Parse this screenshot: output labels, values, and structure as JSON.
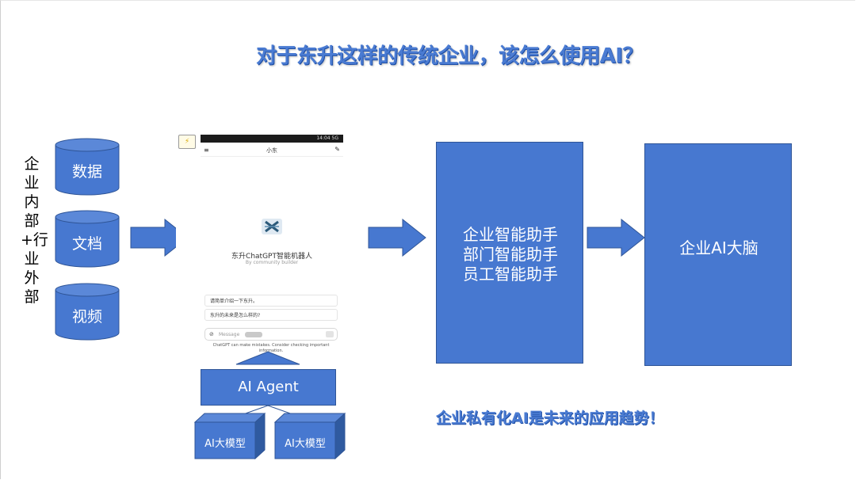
{
  "slide": {
    "title": "对于东升这样的传统企业，该怎么使用AI？",
    "source_label": "企业内部+行业外部",
    "sources": [
      "数据",
      "文档",
      "视频"
    ],
    "phone": {
      "badge_icon": "lightning-icon",
      "status_time": "14:04",
      "status_right": "5G",
      "bot_short_name": "小东",
      "bot_title": "东升ChatGPT智能机器人",
      "bot_byline": "By community builder",
      "suggestions": [
        "请简单介绍一下东升。",
        "东升的未来是怎么样的?"
      ],
      "message_placeholder": "Message",
      "disclaimer": "ChatGPT can make mistakes. Consider checking important information."
    },
    "agent_label": "AI Agent",
    "models": [
      "AI大模型",
      "AI大模型"
    ],
    "assistants": [
      "企业智能助手",
      "部门智能助手",
      "员工智能助手"
    ],
    "brain_label": "企业AI大脑",
    "bottom_note": "企业私有化AI是未来的应用趋势！",
    "colors": {
      "box_blue": "#4778d0",
      "title_blue": "#4a7bd2",
      "border_blue": "#2f5597"
    }
  }
}
